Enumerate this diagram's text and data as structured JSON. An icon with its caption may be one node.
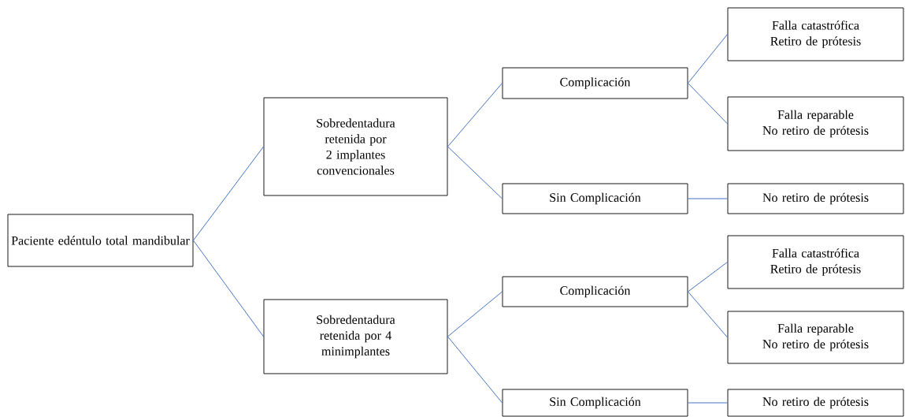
{
  "diagram": {
    "nodes": [
      {
        "text": [
          "Paciente edéntulo total mandibular"
        ]
      },
      {
        "text": [
          "Sobredentadura retenida por 2 implantes convencionales"
        ]
      },
      {
        "text": [
          "Complicación"
        ]
      },
      {
        "text": [
          "Sin Complicación"
        ]
      },
      {
        "text": [
          "Falla catastrófica",
          "Retiro de prótesis"
        ]
      },
      {
        "text": [
          "Falla reparable",
          "No retiro de prótesis"
        ]
      },
      {
        "text": [
          "No retiro de prótesis"
        ]
      },
      {
        "text": [
          "Sobredentadura retenida por 4 minimplantes"
        ]
      },
      {
        "text": [
          "Complicación"
        ]
      },
      {
        "text": [
          "Sin Complicación"
        ]
      },
      {
        "text": [
          "Falla catastrófica",
          "Retiro de prótesis"
        ]
      },
      {
        "text": [
          "Falla reparable",
          "No retiro de prótesis"
        ]
      },
      {
        "text": [
          "No retiro de prótesis"
        ]
      }
    ],
    "edges": [
      {
        "from": 0,
        "to": 1,
        "arrow": "none"
      },
      {
        "from": 0,
        "to": 7,
        "arrow": "none"
      },
      {
        "from": 1,
        "to": 2,
        "arrow": "none"
      },
      {
        "from": 1,
        "to": 3,
        "arrow": "none"
      },
      {
        "from": 2,
        "to": 4,
        "arrow": "none"
      },
      {
        "from": 2,
        "to": 5,
        "arrow": "none"
      },
      {
        "from": 3,
        "to": 6,
        "arrow": "none"
      },
      {
        "from": 7,
        "to": 8,
        "arrow": "none"
      },
      {
        "from": 7,
        "to": 9,
        "arrow": "none"
      },
      {
        "from": 8,
        "to": 10,
        "arrow": "none"
      },
      {
        "from": 8,
        "to": 11,
        "arrow": "none"
      },
      {
        "from": 9,
        "to": 12,
        "arrow": "none"
      }
    ]
  }
}
